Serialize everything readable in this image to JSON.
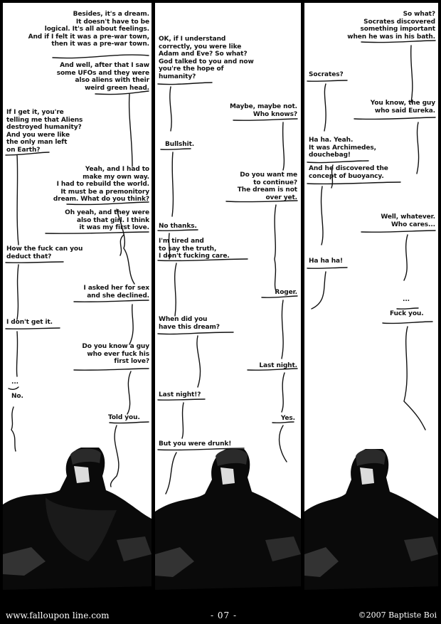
{
  "panel1": {
    "lines": [
      "Besides, it's a dream.\nIt doesn't have to be\nlogical. It's all about feelings.\nAnd if I felt it was a pre-war town,\nthen it was a pre-war town.",
      "And well, after that I saw\nsome UFOs and they were\nalso aliens with their\nweird green head.",
      "If I get it, you're\ntelling me that Aliens\ndestroyed humanity?\nAnd you were like\nthe only man left\non Earth?",
      "Yeah, and I had to\nmake my own way.\nI had to rebuild the world.\nIt must be a premonitory\ndream. What do you think?",
      "Oh yeah, and they were\nalso that girl. I think\nit was my first love.",
      "How the fuck can you\ndeduct that?",
      "I asked her for sex\nand she declined.",
      "I don't get it.",
      "Do you know a guy\nwho ever fuck his\nfirst love?",
      "...",
      "No.",
      "Told you."
    ]
  },
  "panel2": {
    "lines": [
      "OK, if I understand\ncorrectly, you were like\nAdam and Eve? So what?\nGod talked to you and now\nyou're the hope of\nhumanity?",
      "Maybe, maybe not.\nWho knows?",
      "Bullshit.",
      "Do you want me\nto continue?\nThe dream is not\nover yet.",
      "No thanks.",
      "I'm tired and\nto say the truth,\nI don't fucking care.",
      "Roger.",
      "When did you\nhave this dream?",
      "Last night.",
      "Last night!?",
      "Yes.",
      "But you were drunk!"
    ]
  },
  "panel3": {
    "lines": [
      "So what?\nSocrates discovered\nsomething important\nwhen he was in his bath.",
      "Socrates?",
      "You know, the guy\nwho said Eureka.",
      "Ha ha. Yeah.\nIt was Archimedes,\ndouchebag!",
      "And he discovered the\nconcept of buoyancy.",
      "Well, whatever.\nWho cares...",
      "Ha ha ha!",
      "...",
      "Fuck you."
    ]
  },
  "footer": {
    "site": "www.falloupon line.com",
    "page": "- 07 -",
    "copyright": "©2007 Baptiste Boi"
  },
  "colors": {
    "ink": "#111111",
    "paper": "#ffffff",
    "border": "#000000"
  }
}
